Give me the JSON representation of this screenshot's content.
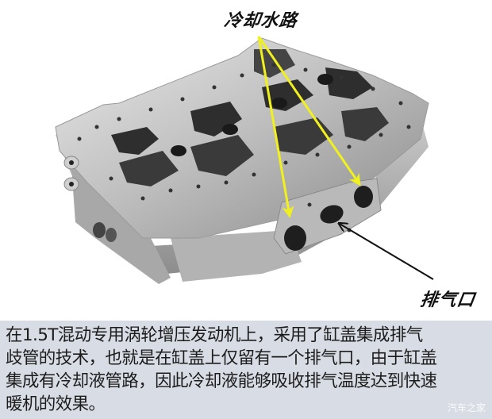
{
  "figure": {
    "subject": "engine-cylinder-head-render",
    "labels": {
      "coolant_channel": "冷却水路",
      "exhaust_port": "排气口"
    },
    "annotation_colors": {
      "coolant_arrows": "#f0f01e",
      "exhaust_arrow": "#111111"
    }
  },
  "caption": {
    "text": "在1.5T混动专用涡轮增压发动机上，采用了缸盖集成排气歧管的技术，也就是在缸盖上仅留有一个排气口，由于缸盖集成有冷却液管路，因此冷却液能够吸收排气温度达到快速暖机的效果。",
    "lines": [
      "在1.5T混动专用涡轮增压发动机上，采用了缸盖集成排气",
      "歧管的技术，也就是在缸盖上仅留有一个排气口，由于缸盖",
      "集成有冷却液管路，因此冷却液能够吸收排气温度达到快速",
      "暖机的效果。"
    ],
    "background": "#d8dde5"
  },
  "watermark": "汽车之家"
}
